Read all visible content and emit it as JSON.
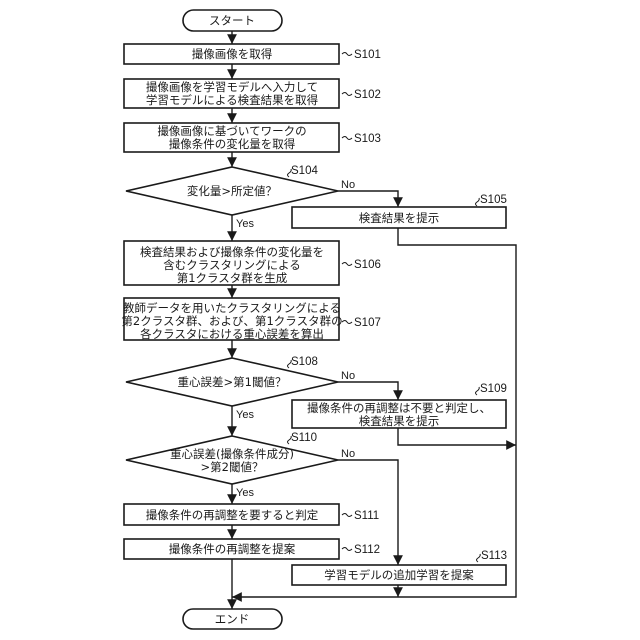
{
  "diagram": {
    "start": "スタート",
    "end": "エンド",
    "branch_labels": {
      "yes": "Yes",
      "no": "No"
    },
    "steps": {
      "S101": {
        "id": "S101",
        "type": "process",
        "lines": [
          "撮像画像を取得"
        ]
      },
      "S102": {
        "id": "S102",
        "type": "process",
        "lines": [
          "撮像画像を学習モデルへ入力して",
          "学習モデルによる検査結果を取得"
        ]
      },
      "S103": {
        "id": "S103",
        "type": "process",
        "lines": [
          "撮像画像に基づいてワークの",
          "撮像条件の変化量を取得"
        ]
      },
      "S104": {
        "id": "S104",
        "type": "decision",
        "lines": [
          "変化量>所定値？"
        ]
      },
      "S105": {
        "id": "S105",
        "type": "process",
        "lines": [
          "検査結果を提示"
        ]
      },
      "S106": {
        "id": "S106",
        "type": "process",
        "lines": [
          "検査結果および撮像条件の変化量を",
          "含むクラスタリングによる",
          "第1クラスタ群を生成"
        ]
      },
      "S107": {
        "id": "S107",
        "type": "process",
        "lines": [
          "教師データを用いたクラスタリングによる",
          "第2クラスタ群、および、第1クラスタ群の",
          "各クラスタにおける重心誤差を算出"
        ]
      },
      "S108": {
        "id": "S108",
        "type": "decision",
        "lines": [
          "重心誤差>第1閾値？"
        ]
      },
      "S109": {
        "id": "S109",
        "type": "process",
        "lines": [
          "撮像条件の再調整は不要と判定し、",
          "検査結果を提示"
        ]
      },
      "S110": {
        "id": "S110",
        "type": "decision",
        "lines": [
          "重心誤差(撮像条件成分)",
          ">第2閾値？"
        ]
      },
      "S111": {
        "id": "S111",
        "type": "process",
        "lines": [
          "撮像条件の再調整を要すると判定"
        ]
      },
      "S112": {
        "id": "S112",
        "type": "process",
        "lines": [
          "撮像条件の再調整を提案"
        ]
      },
      "S113": {
        "id": "S113",
        "type": "process",
        "lines": [
          "学習モデルの追加学習を提案"
        ]
      }
    }
  }
}
